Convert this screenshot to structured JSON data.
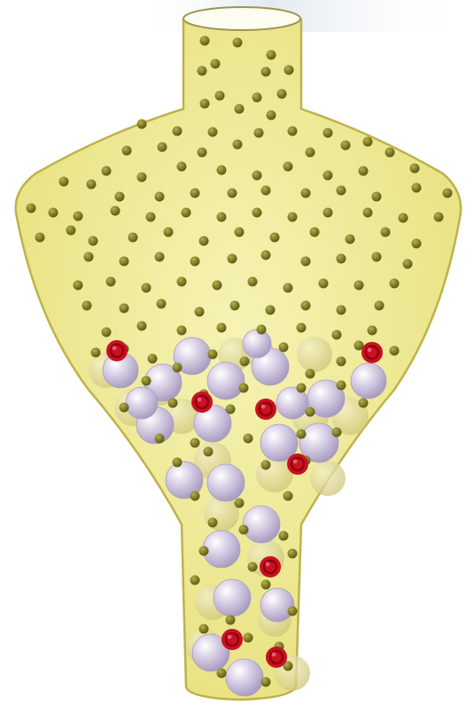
{
  "diagram": {
    "vessel_shape": "funnel-shaped chromatography column",
    "colors": {
      "liquid": "#ece88a",
      "liquid_edge": "#d4ca5a",
      "outline": "#bdb24a",
      "glass_top": "#fdfcf0",
      "small_molecule": "#6e6a1c",
      "small_molecule_highlight": "#a8a43a",
      "bead_light": "#ffffff",
      "bead": "#d8d0e6",
      "bead_dark": "#a99cc0",
      "ghost_bead": "#d9d09a",
      "red_molecule": "#cc1020",
      "red_molecule_core": "#8a0010",
      "glare": "#dfe7ee"
    },
    "elements": [
      "small-molecules",
      "beads",
      "red-molecules"
    ]
  }
}
